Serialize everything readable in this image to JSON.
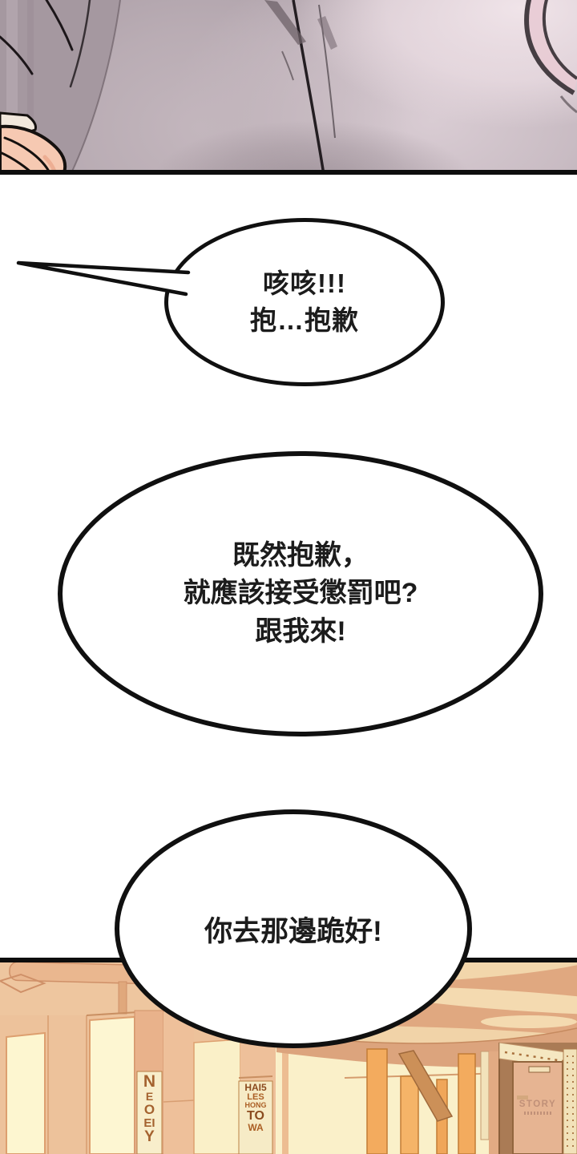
{
  "bubbles": {
    "bubble1": {
      "lines": [
        "咳咳!!!",
        "抱…抱歉"
      ]
    },
    "bubble2": {
      "lines": [
        "既然抱歉，",
        "就應該接受懲罰吧?",
        "跟我來!"
      ]
    },
    "bubble3": {
      "lines": [
        "你去那邊跪好!"
      ]
    }
  },
  "scene": {
    "poster_left_lines": [
      "N",
      "E",
      "O",
      "EI",
      "Y"
    ],
    "poster_right_lines": [
      "HAI5",
      "LES",
      "HONG",
      "TO",
      "WA"
    ],
    "door_sign": "STORY"
  },
  "colors": {
    "outline": "#101010",
    "shirt_base": "#b0a3ab",
    "shirt_highlight": "#f0e4e9",
    "skin": "#f6c9b2",
    "wall_peach": "#ebc09a",
    "ceiling_salmon": "#e0a880",
    "door_cream": "#fdf6d0",
    "wood_orange": "#f3ab5e",
    "wood_brown": "#aa7b55",
    "poster_paper": "#f8eecb",
    "poster_text": "#9c5a28"
  }
}
